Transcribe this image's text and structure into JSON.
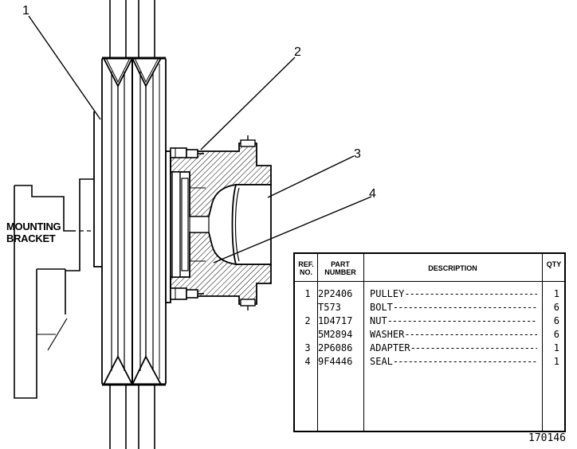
{
  "callouts": {
    "c1": "1",
    "c2": "2",
    "c3": "3",
    "c4": "4"
  },
  "bracket_label": {
    "line1": "MOUNTING",
    "line2": "BRACKET"
  },
  "table": {
    "headers": {
      "ref": [
        "REF.",
        "NO."
      ],
      "part": [
        "PART",
        "NUMBER"
      ],
      "desc": "DESCRIPTION",
      "qty": "QTY"
    },
    "rows": [
      {
        "ref": "1",
        "part": "2P2406",
        "desc": "PULLEY",
        "qty": "1"
      },
      {
        "ref": "",
        "part": "T573",
        "desc": "BOLT",
        "qty": "6"
      },
      {
        "ref": "2",
        "part": "1D4717",
        "desc": "NUT",
        "qty": "6"
      },
      {
        "ref": "",
        "part": "5M2894",
        "desc": "WASHER",
        "qty": "6"
      },
      {
        "ref": "3",
        "part": "2P6086",
        "desc": "ADAPTER",
        "qty": "1"
      },
      {
        "ref": "4",
        "part": "9F4446",
        "desc": "SEAL",
        "qty": "1"
      }
    ]
  },
  "figure_number": "170146"
}
